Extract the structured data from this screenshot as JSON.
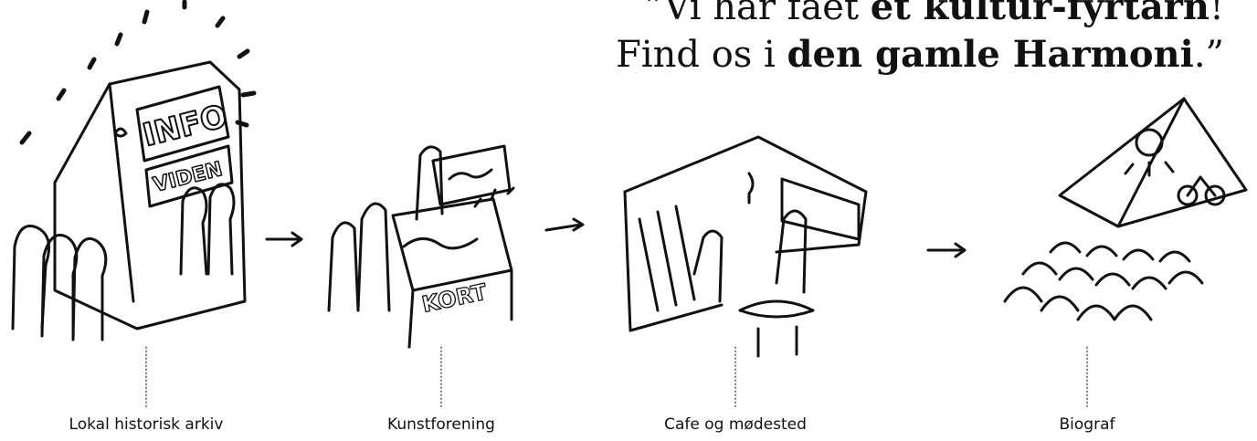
{
  "quote": {
    "line1_pre": "”Vi har fået ",
    "line1_bold": "et kultur-fyrtårn",
    "line1_post": "!",
    "line2_pre": "Find os i ",
    "line2_bold": "den gamle Harmoni",
    "line2_post": ".”"
  },
  "steps": [
    {
      "caption": "Lokal historisk arkiv",
      "sign_text": "INFO",
      "sign_text_2": "VIDEN",
      "icon": "info-building-icon"
    },
    {
      "caption": "Kunstforening",
      "sign_text": "KORT",
      "icon": "art-table-icon"
    },
    {
      "caption": "Cafe og mødested",
      "icon": "cafe-room-icon"
    },
    {
      "caption": "Biograf",
      "icon": "cinema-icon"
    }
  ],
  "colors": {
    "ink": "#111111",
    "background": "#ffffff"
  }
}
